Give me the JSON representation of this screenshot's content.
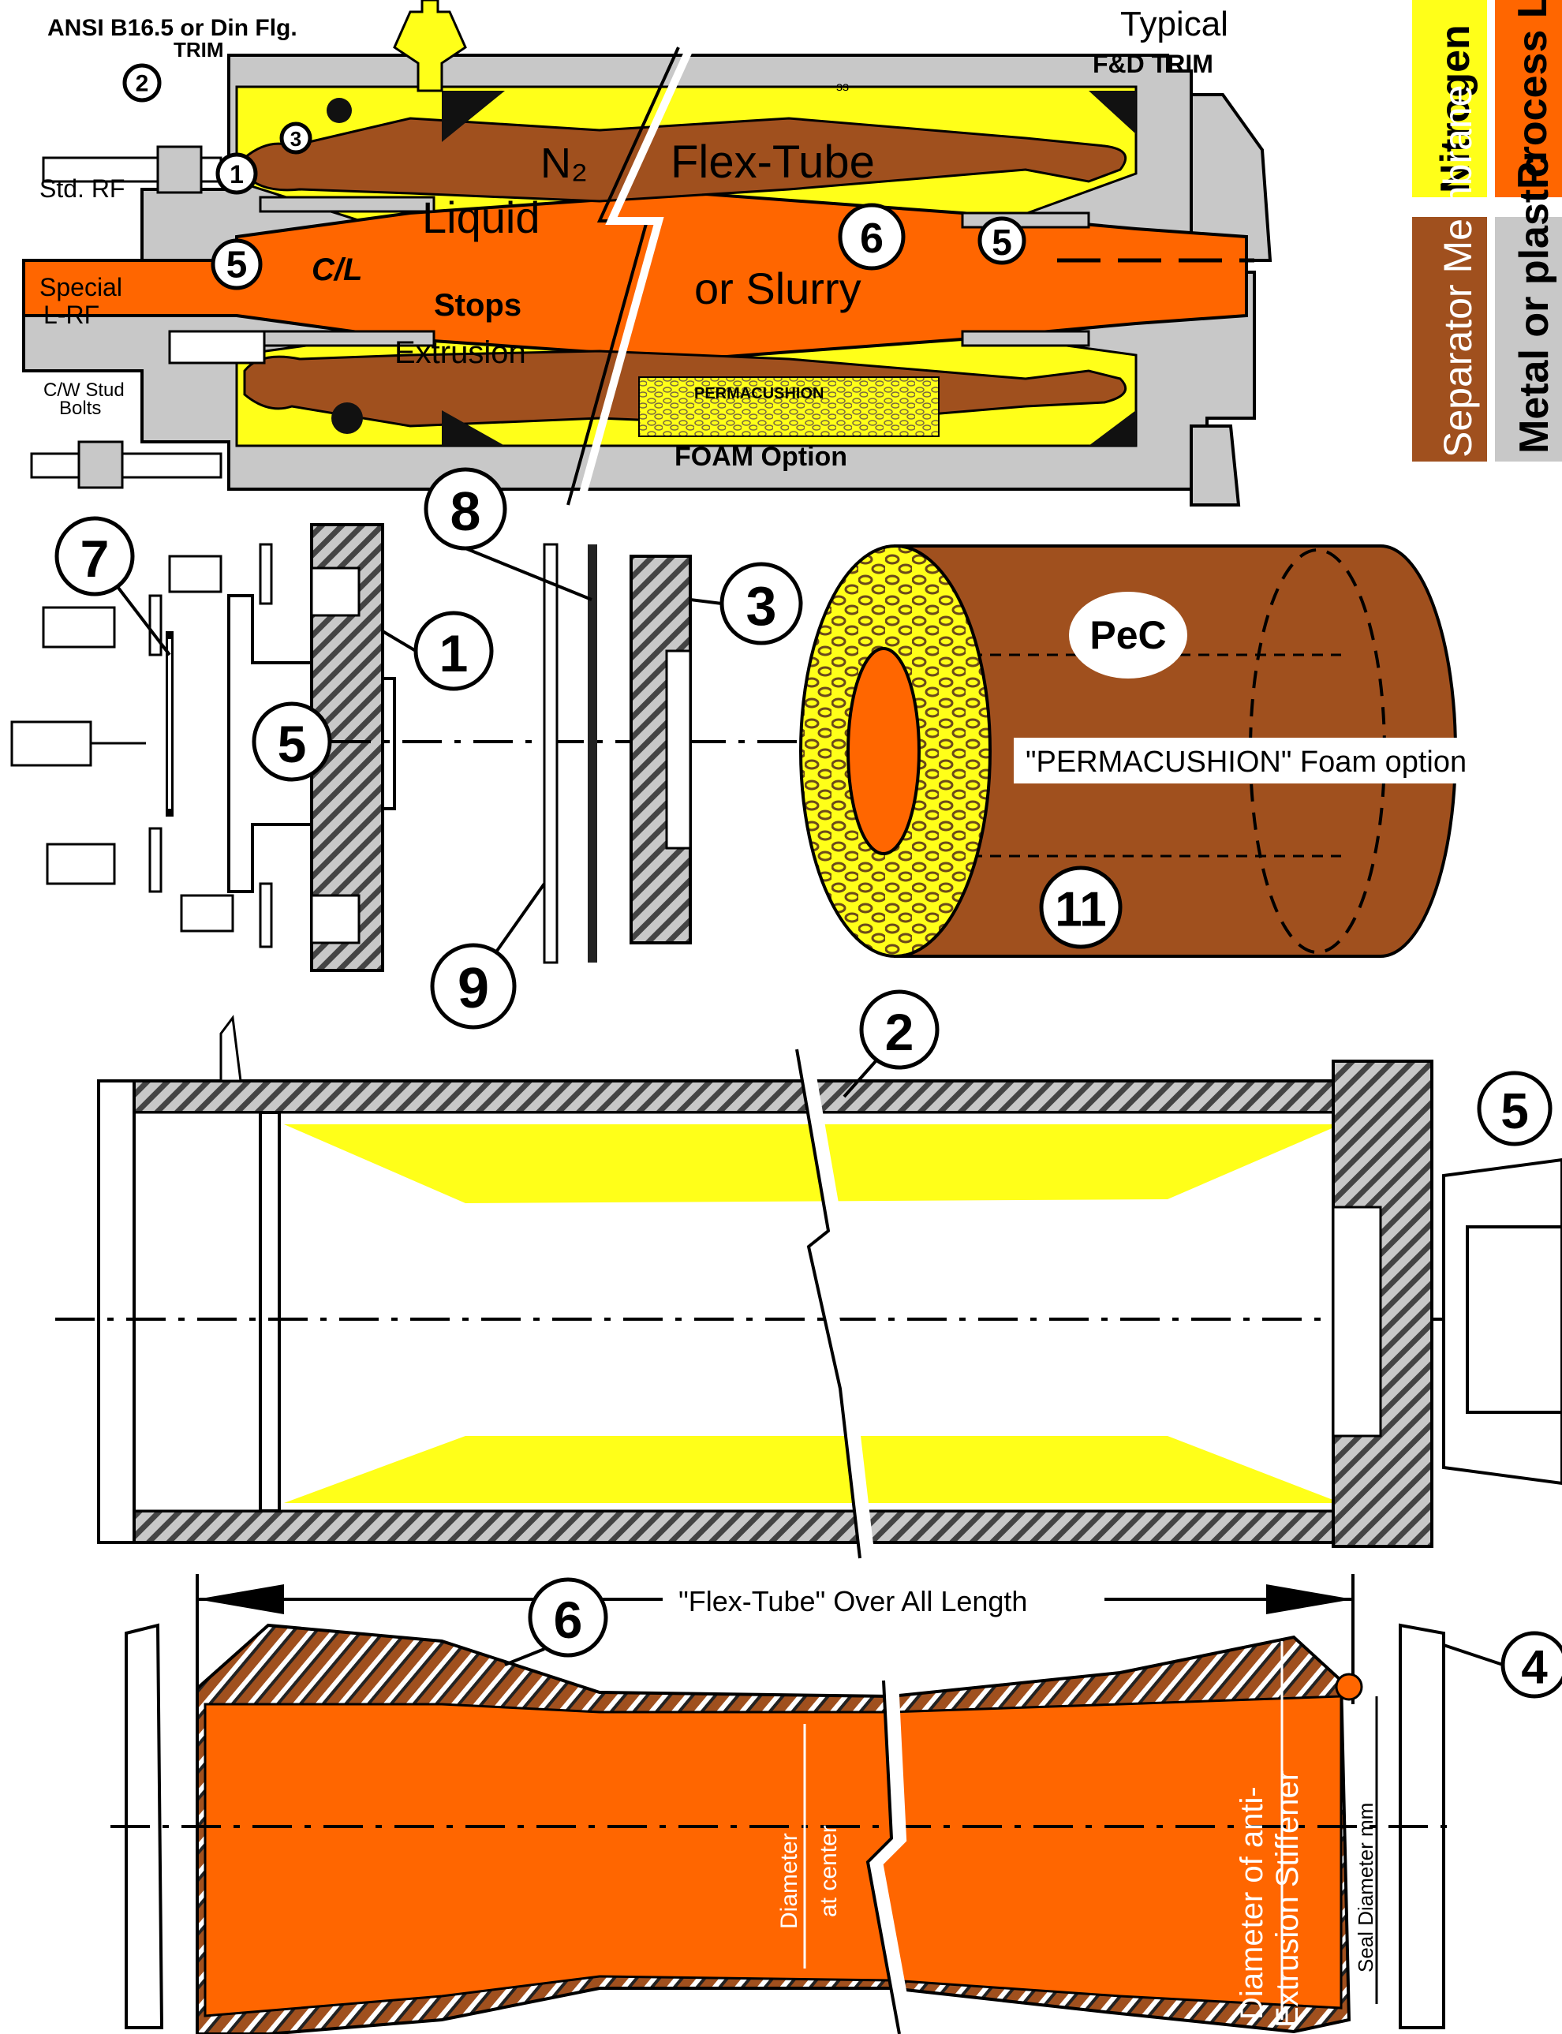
{
  "colors": {
    "nitrogen": "#ffff19",
    "process_liquid": "#ff6600",
    "separator_membrane": "#a0501e",
    "metal_or_plastic": "#c8c8c8",
    "outline": "#000000"
  },
  "legend": {
    "nitrogen": "Nitrogen",
    "process_liquid": "Process Liquid",
    "separator_membrane": "Separator Membrane",
    "metal_or_plastic": "Metal or plastic"
  },
  "section": {
    "flange_note_1": "ANSI B16.5 or Din Flg.",
    "flange_note_2": "TRIM",
    "std_rf": "Std. RF",
    "special_1": "Special",
    "special_2": "L-RF",
    "stud_1": "C/W Stud",
    "stud_2": "Bolts",
    "typical_1": "Typical",
    "typical_2": "F&D TRIM",
    "ss": "ss",
    "n2": "N₂",
    "flex_tube": "Flex-Tube",
    "liquid": "Liquid",
    "or_slurry": "or Slurry",
    "centerline": "C/L",
    "stops": "Stops",
    "extrusion": "Extrusion",
    "permacushion": "PERMACUSHION",
    "foam_option": "FOAM Option"
  },
  "exploded": {
    "pec": "PeC",
    "foam_label": "\"PERMACUSHION\" Foam option"
  },
  "flextube": {
    "overall_length": "\"Flex-Tube\" Over All Length",
    "diameter_center_1": "Diameter",
    "diameter_center_2": "at center",
    "anti_extrusion_1": "Diameter of anti-",
    "anti_extrusion_2": "Extrusion Stiffener",
    "seal_diameter": "Seal Diameter mm"
  },
  "callouts": {
    "c1": "1",
    "c2": "2",
    "c3": "3",
    "c4": "4",
    "c5": "5",
    "c6": "6",
    "c7": "7",
    "c8": "8",
    "c9": "9",
    "c11": "11"
  }
}
